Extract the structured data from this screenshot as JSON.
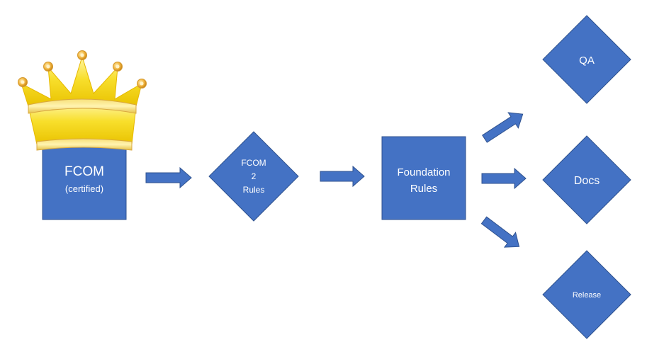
{
  "nodes": {
    "fcom": {
      "title": "FCOM",
      "subtitle": "(certified)"
    },
    "fcom2rules": {
      "line1": "FCOM",
      "line2": "2",
      "line3": "Rules"
    },
    "foundation": {
      "line1": "Foundation",
      "line2": "Rules"
    },
    "qa": {
      "label": "QA"
    },
    "docs": {
      "label": "Docs"
    },
    "release": {
      "label": "Release"
    }
  },
  "colors": {
    "node_fill": "#4472c4",
    "node_stroke": "#2f528f",
    "text": "#ffffff",
    "crown_gold": "#f5d20a",
    "crown_band": "#e8b84a",
    "crown_jewel": "#e0a020"
  },
  "icons": [
    "crown-icon"
  ]
}
